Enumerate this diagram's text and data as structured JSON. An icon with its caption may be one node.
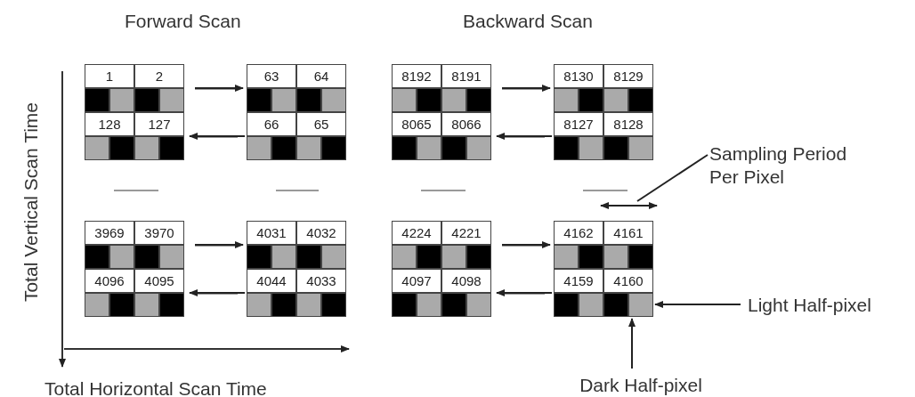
{
  "diagram": {
    "nodes": [
      {
        "text": [
          "1",
          "2",
          "128",
          "127"
        ]
      },
      {
        "text": [
          "63",
          "64",
          "66",
          "65"
        ]
      },
      {
        "text": [
          "8192",
          "8191",
          "8065",
          "8066"
        ]
      },
      {
        "text": [
          "8130",
          "8129",
          "8127",
          "8128"
        ]
      },
      {
        "text": [
          "3969",
          "3970",
          "4096",
          "4095"
        ]
      },
      {
        "text": [
          "4031",
          "4032",
          "4044",
          "4033"
        ]
      },
      {
        "text": [
          "4224",
          "4221",
          "4097",
          "4098"
        ]
      },
      {
        "text": [
          "4162",
          "4161",
          "4159",
          "4160"
        ]
      },
      {
        "text": [
          "Sampling Period Per Pixel"
        ]
      },
      {
        "text": [
          "Light Half-pixel"
        ]
      },
      {
        "text": [
          "Dark Half-pixel"
        ]
      }
    ],
    "edges": [
      {
        "from": 0,
        "to": 1,
        "arrow": "to"
      },
      {
        "from": 1,
        "to": 0,
        "arrow": "to"
      },
      {
        "from": 2,
        "to": 3,
        "arrow": "to"
      },
      {
        "from": 3,
        "to": 2,
        "arrow": "to"
      },
      {
        "from": 4,
        "to": 5,
        "arrow": "to"
      },
      {
        "from": 5,
        "to": 4,
        "arrow": "to"
      },
      {
        "from": 6,
        "to": 7,
        "arrow": "to"
      },
      {
        "from": 7,
        "to": 6,
        "arrow": "to"
      },
      {
        "from": 8,
        "to": null,
        "arrow": "none"
      },
      {
        "from": 9,
        "to": 7,
        "arrow": "to"
      },
      {
        "from": 10,
        "to": 7,
        "arrow": "to"
      }
    ],
    "labels": [
      "Forward Scan",
      "Backward Scan",
      "Total Vertical Scan Time",
      "Total Horizontal Scan Time"
    ]
  }
}
